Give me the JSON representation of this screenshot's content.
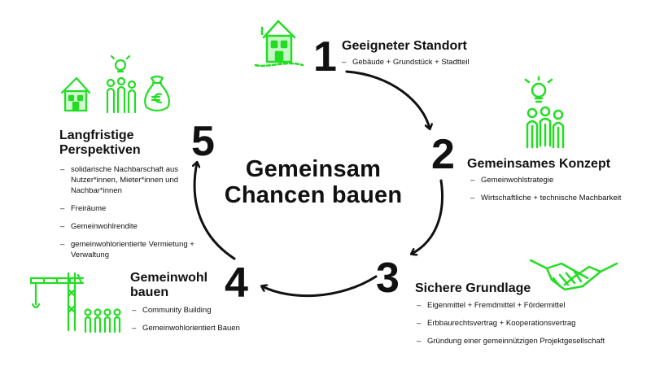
{
  "title": "Gemeinsam Chancen bauen",
  "accent_color": "#22dd22",
  "steps": [
    {
      "number": "1",
      "title": "Geeigneter Standort",
      "items": [
        "Gebäude + Grundstück + Stadtteil"
      ],
      "icon": "house-icon"
    },
    {
      "number": "2",
      "title": "Gemeinsames Konzept",
      "items": [
        "Gemeinwohlstrategie",
        "Wirtschaftliche + technische Machbarkeit"
      ],
      "icon": "idea-group-icon"
    },
    {
      "number": "3",
      "title": "Sichere Grundlage",
      "items": [
        "Eigenmittel + Fremdmittel + Fördermittel",
        "Erbbaurechtsvertrag + Kooperationsvertrag",
        "Gründung einer gemeinnützigen Projektgesellschaft"
      ],
      "icon": "handshake-icon"
    },
    {
      "number": "4",
      "title": "Gemeinwohl bauen",
      "items": [
        "Community Building",
        "Gemeinwohlorientiert Bauen"
      ],
      "icon": "crane-icon"
    },
    {
      "number": "5",
      "title": "Langfristige Perspektiven",
      "items": [
        "solidarische Nachbarschaft aus Nutzer*innen, Mieter*innen und Nachbar*innen",
        "Freiräume",
        "Gemeinwohlrendite",
        "gemeinwohlorientierte Vermietung + Verwaltung"
      ],
      "icon": "house-people-money-icon"
    }
  ]
}
